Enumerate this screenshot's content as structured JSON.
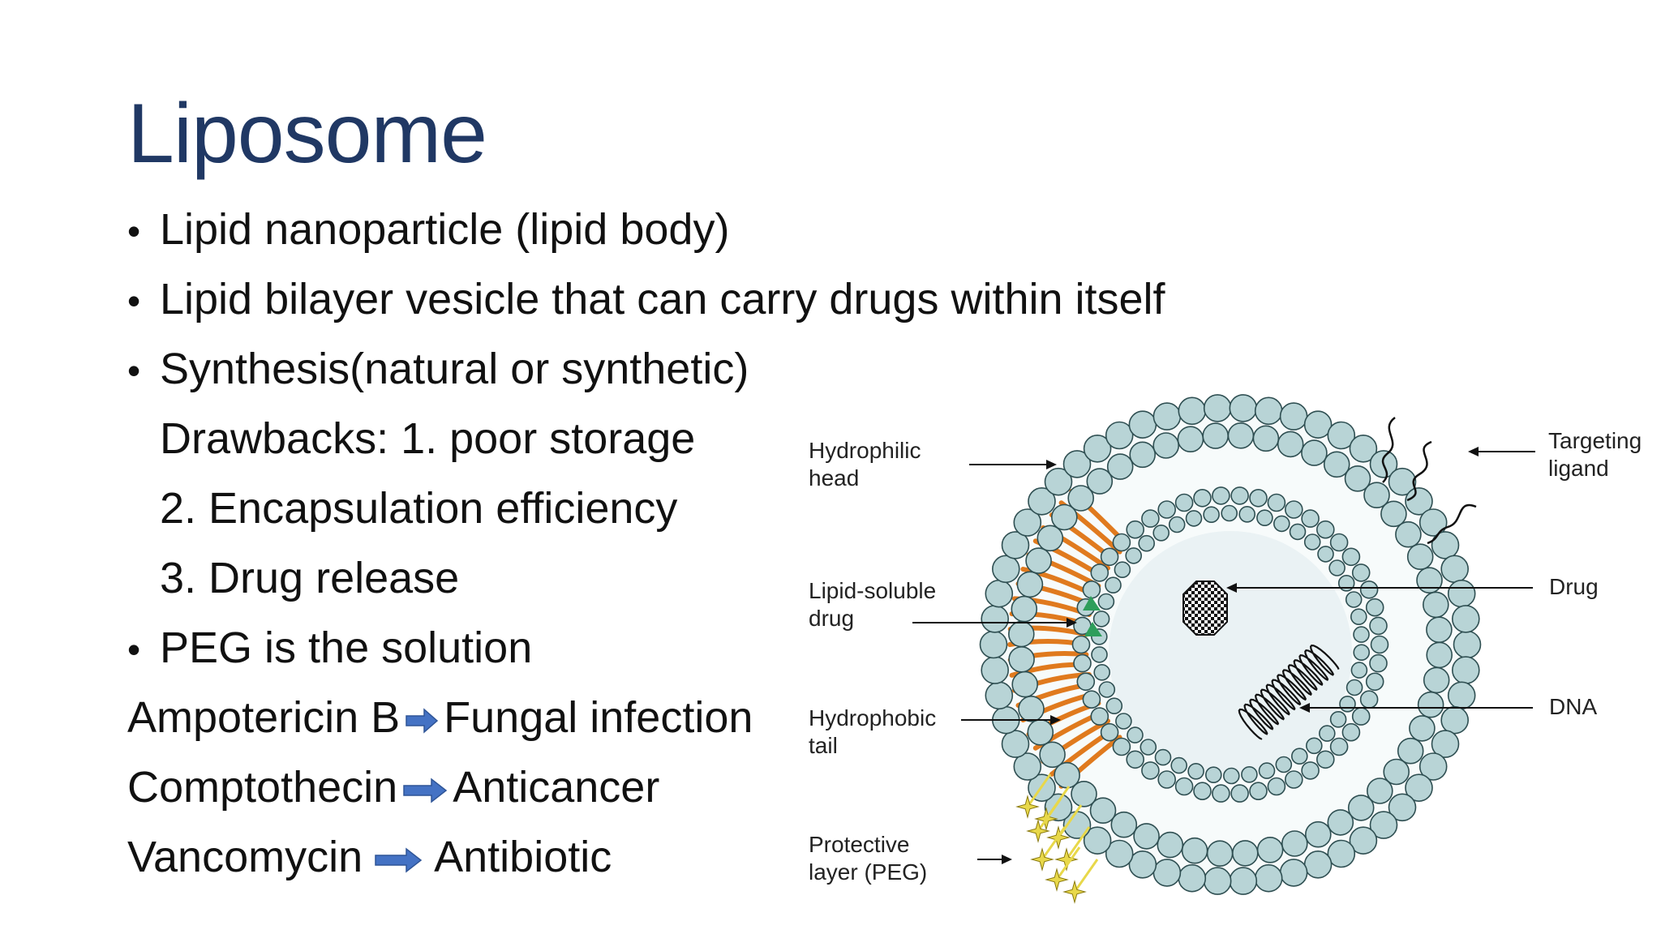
{
  "slide": {
    "title": "Liposome",
    "bullets": [
      "Lipid nanoparticle (lipid body)",
      "Lipid bilayer vesicle that can carry drugs within itself",
      "Synthesis(natural or synthetic)"
    ],
    "drawbacks": [
      "Drawbacks: 1. poor storage",
      "2. Encapsulation efficiency",
      "3. Drug release"
    ],
    "peg_bullet": "PEG is the solution",
    "drug_pairs": [
      {
        "drug": "Ampotericin B",
        "use": "Fungal infection"
      },
      {
        "drug": "Comptothecin",
        "use": "Anticancer"
      },
      {
        "drug": "Vancomycin",
        "use": "Antibiotic"
      }
    ],
    "arrow_color": "#4472c4",
    "title_color": "#203864"
  },
  "diagram": {
    "labels": {
      "hydrophilic_1": "Hydrophilic",
      "hydrophilic_2": "head",
      "lipid_1": "Lipid-soluble",
      "lipid_2": "drug",
      "hydrophobic_1": "Hydrophobic",
      "hydrophobic_2": "tail",
      "protective_1": "Protective",
      "protective_2": "layer (PEG)",
      "targeting_1": "Targeting",
      "targeting_2": "ligand",
      "drug": "Drug",
      "dna": "DNA"
    },
    "colors": {
      "head_fill": "#b8d4d6",
      "head_stroke": "#2f4f52",
      "tail": "#e07a1e",
      "inner_fill": "#eaf2f4",
      "peg": "#e8d84a",
      "drug_triangle": "#2e9e5b"
    }
  }
}
